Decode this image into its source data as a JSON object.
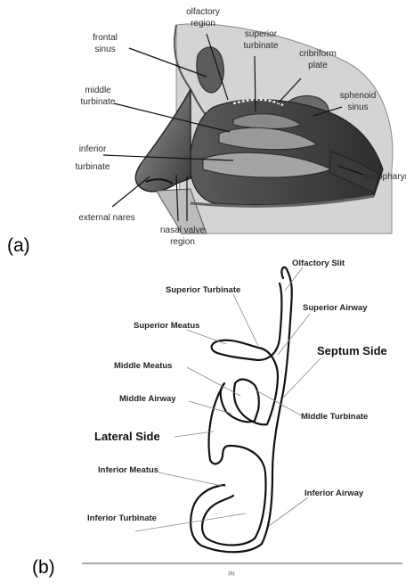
{
  "panel_a": {
    "tag": "(a)",
    "labels": {
      "olfactory_region": [
        "olfactory",
        "region"
      ],
      "frontal_sinus": [
        "frontal",
        "sinus"
      ],
      "superior_turbinate": [
        "superior",
        "turbinate"
      ],
      "cribriform_plate": [
        "cribriform",
        "plate"
      ],
      "middle_turbinate": [
        "middle",
        "turbinate"
      ],
      "sphenoid_sinus": [
        "sphenoid",
        "sinus"
      ],
      "inferior_turbinate": [
        "inferior",
        "turbinate"
      ],
      "nasopharynx": "nasopharynx",
      "external_nares": "external nares",
      "nasal_valve_region": [
        "nasal valve",
        "region"
      ]
    }
  },
  "panel_b": {
    "tag": "(b)",
    "caption": "(b)",
    "labels": {
      "olfactory_slit": "Olfactory Slit",
      "superior_turbinate": "Superior Turbinate",
      "superior_airway": "Superior Airway",
      "superior_meatus": "Superior Meatus",
      "septum_side": "Septum Side",
      "middle_meatus": "Middle Meatus",
      "middle_airway": "Middle Airway",
      "middle_turbinate": "Middle Turbinate",
      "lateral_side": "Lateral Side",
      "inferior_meatus": "Inferior Meatus",
      "inferior_airway": "Inferior Airway",
      "inferior_turbinate": "Inferior Turbinate"
    }
  },
  "colors": {
    "tissue_dark": "#4a4a4a",
    "tissue_mid": "#7a7a7a",
    "bone": "#c8c8c8",
    "airway_line": "#111111"
  }
}
